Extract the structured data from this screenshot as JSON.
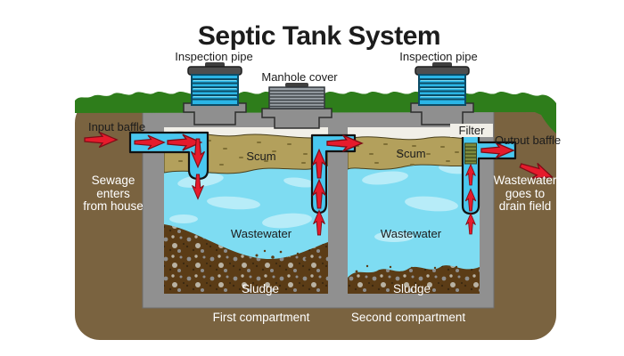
{
  "title": "Septic Tank System",
  "labels": {
    "inspection_pipe_left": "Inspection pipe",
    "manhole_cover": "Manhole cover",
    "inspection_pipe_right": "Inspection pipe",
    "input_baffle": "Input baffle",
    "filter": "Filter",
    "output_baffle": "Output baffle"
  },
  "annotations": {
    "sewage_inlet": [
      "Sewage",
      "enters",
      "from house"
    ],
    "drain_outlet": [
      "Wastewater",
      "goes to",
      "drain field"
    ]
  },
  "compartment1": {
    "name": "First compartment",
    "scum": "Scum",
    "wastewater": "Wastewater",
    "sludge": "Sludge"
  },
  "compartment2": {
    "name": "Second compartment",
    "scum": "Scum",
    "wastewater": "Wastewater",
    "sludge": "Sludge"
  },
  "colors": {
    "soil": "#7a6340",
    "grass": "#2e7d1b",
    "concrete": "#909090",
    "headspace": "#f1efe8",
    "water": "#7edcf2",
    "water_highlight": "#b7ecf8",
    "scum": "#b3a05c",
    "sludge": "#5b3c16",
    "pipe": "#49c7ef",
    "arrow": "#e51b2c",
    "inspection_pipe_blue": "#2ab5e6",
    "filter_media": "#7e8c3c"
  }
}
